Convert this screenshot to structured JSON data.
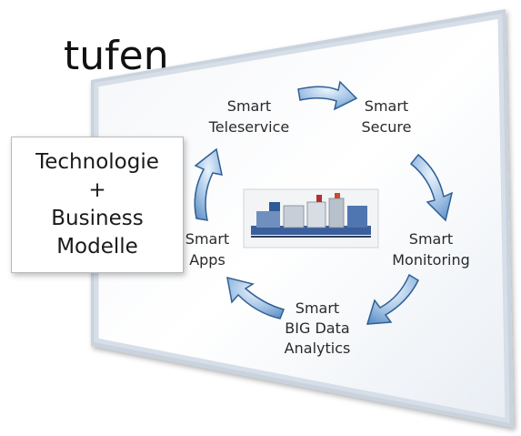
{
  "heading": "tufen",
  "panel": {
    "accent_border": "#e8eef5",
    "panel_fill": "#dfe6ee"
  },
  "tech_box": {
    "line1": "Technologie",
    "line2": "+",
    "line3": "Business",
    "line4": "Modelle"
  },
  "cycle": {
    "arrow_color": "#8fb4dc",
    "arrow_stroke": "#2f5f94",
    "nodes": {
      "teleservice": {
        "line1": "Smart",
        "line2": "Teleservice"
      },
      "secure": {
        "line1": "Smart",
        "line2": "Secure"
      },
      "monitoring": {
        "line1": "Smart",
        "line2": "Monitoring"
      },
      "analytics": {
        "line1": "Smart",
        "line2": "BIG Data",
        "line3": "Analytics"
      },
      "apps": {
        "line1": "Smart",
        "line2": "Apps"
      }
    }
  },
  "machine_image": {
    "description_icon": "industrial-machine-photo"
  }
}
